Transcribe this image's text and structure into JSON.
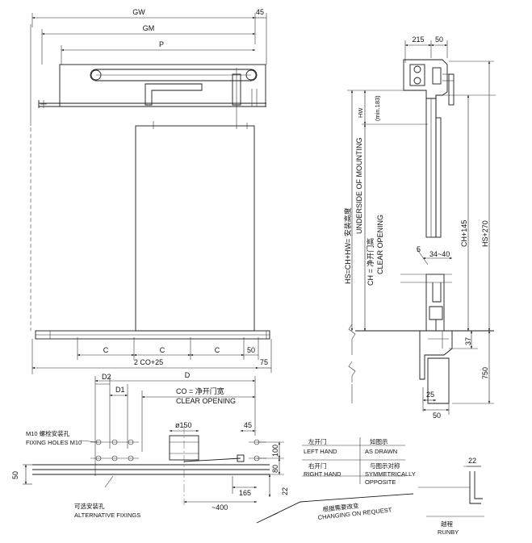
{
  "dimensions": {
    "gw": "GW",
    "gm": "GM",
    "p": "P",
    "d45_top": "45",
    "d215": "215",
    "d50_top_right": "50",
    "hw": "HW",
    "hw_min": "(min.183)",
    "hs_left": "HS=CH+HW= 安装高度",
    "underside": "UNDERSIDE OF MOUNTING",
    "ch_left": "CH = 净开门高",
    "clear_opening_vertical": "CLEAR OPENING",
    "ch145": "CH+145",
    "hs270": "HS+270",
    "d5": "5",
    "d34_40": "34~40",
    "d37": "37",
    "d750": "750",
    "d25": "25",
    "d50_bottom_right": "50",
    "c1": "C",
    "c2": "C",
    "c3": "C",
    "d50_c": "50",
    "two_co": "2 CO+25",
    "d75": "75",
    "d": "D",
    "d2": "D2",
    "d1": "D1",
    "co": "CO = 净开门宽",
    "clear_opening": "CLEAR OPENING",
    "phi150": "ø150",
    "d45_bottom": "45",
    "d100": "100",
    "d80": "80",
    "d50_left": "50",
    "d165": "165",
    "d22_bottom": "22",
    "approx400": "~400",
    "d22_right": "22"
  },
  "labels": {
    "fixing_cn": "M10 螺栓安装孔",
    "fixing_en": "FIXING HOLES M10",
    "alt_cn": "可选安装孔",
    "alt_en": "ALTERNATIVE FIXINGS",
    "change_cn": "根据需要改变",
    "change_en": "CHANGING ON REQUEST",
    "runby_cn": "越程",
    "runby_en": "RUNBY"
  },
  "legend": {
    "left_hand_cn": "左开门",
    "left_hand_en": "LEFT HAND",
    "as_drawn_cn": "如图示",
    "as_drawn_en": "AS DRAWN",
    "right_hand_cn": "右开门",
    "right_hand_en": "RIGHT HAND",
    "symmetric_cn": "与图示对称",
    "symmetric_en": "SYMMETRICALLY",
    "opposite_en": "OPPOSITE"
  }
}
